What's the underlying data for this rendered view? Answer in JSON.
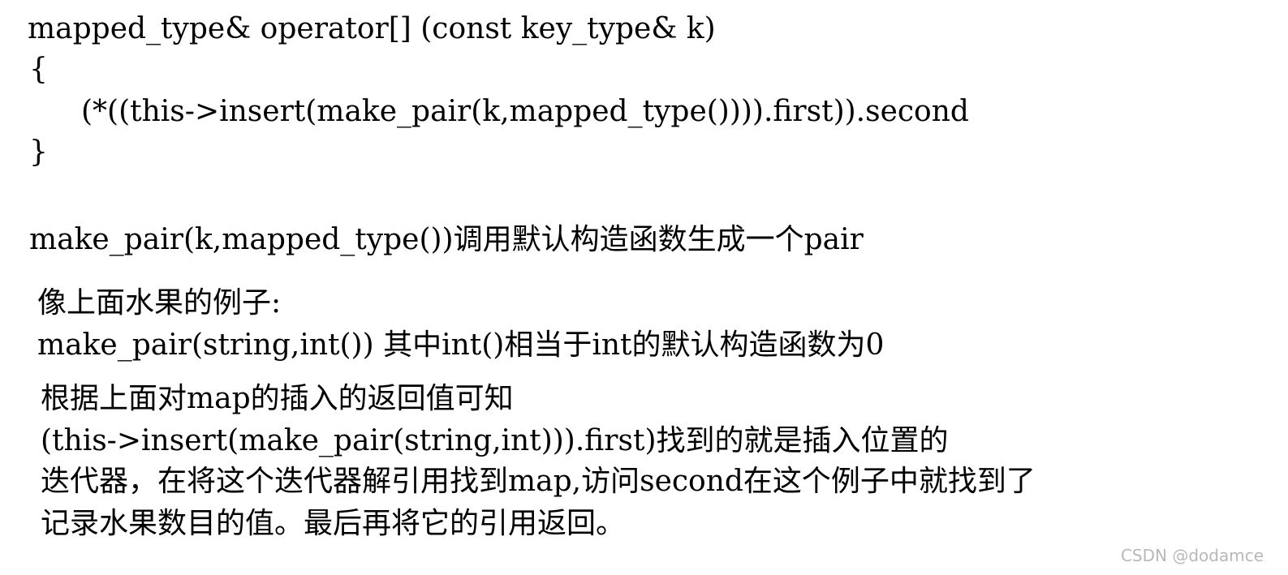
{
  "code_block": {
    "line1": "mapped_type& operator[] (const key_type& k)",
    "line2": "{",
    "line3": "(*((this->insert(make_pair(k,mapped_type()))).first)).second",
    "line4": "}"
  },
  "explanation": {
    "line1": "make_pair(k,mapped_type())调用默认构造函数生成一个pair"
  },
  "example": {
    "line1": "像上面水果的例子:",
    "line2": "make_pair(string,int()) 其中int()相当于int的默认构造函数为0"
  },
  "insert_note": {
    "line1": "根据上面对map的插入的返回值可知",
    "line2": "(this->insert(make_pair(string,int))).first)找到的就是插入位置的",
    "line3": "迭代器，在将这个迭代器解引用找到map,访问second在这个例子中就找到了",
    "line4": "记录水果数目的值。最后再将它的引用返回。"
  },
  "watermark": {
    "text": "CSDN @dodamce"
  }
}
